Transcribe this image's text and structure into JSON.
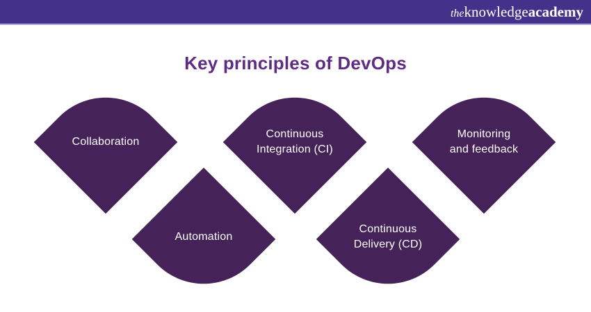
{
  "header": {
    "bg_color": "#443189",
    "logo": {
      "the": "the",
      "knowledge": "knowledge",
      "academy": "academy"
    }
  },
  "title": {
    "text": "Key principles of DevOps",
    "color": "#5F2C84"
  },
  "diagram": {
    "shape_color": "#452359",
    "label_color": "#FFFFFF",
    "principles": [
      {
        "name": "Collaboration",
        "line1": "Collaboration",
        "line2": "",
        "row": "top"
      },
      {
        "name": "Continuous Integration (CI)",
        "line1": "Continuous",
        "line2": "Integration (CI)",
        "row": "top"
      },
      {
        "name": "Monitoring and feedback",
        "line1": "Monitoring",
        "line2": "and feedback",
        "row": "top"
      },
      {
        "name": "Automation",
        "line1": "Automation",
        "line2": "",
        "row": "bottom"
      },
      {
        "name": "Continuous Delivery (CD)",
        "line1": "Continuous",
        "line2": "Delivery (CD)",
        "row": "bottom"
      }
    ]
  }
}
